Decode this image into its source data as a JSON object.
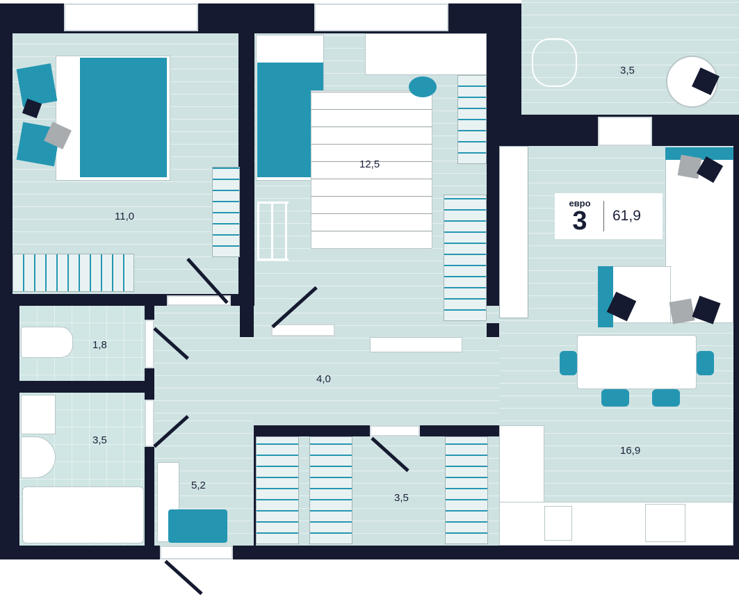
{
  "plan": {
    "type_label": "евро",
    "rooms_count": "3",
    "total_area": "61,9",
    "rooms": {
      "bedroom_1": "11,0",
      "bedroom_2": "12,5",
      "balcony": "3,5",
      "living_kitchen": "16,9",
      "hall": "4,0",
      "wc": "1,8",
      "bathroom": "3,5",
      "entry_hall": "5,2",
      "storage": "3,5"
    }
  },
  "colors": {
    "wall": "#151a30",
    "floor": "#cfe2e2",
    "accent": "#2496b2"
  }
}
